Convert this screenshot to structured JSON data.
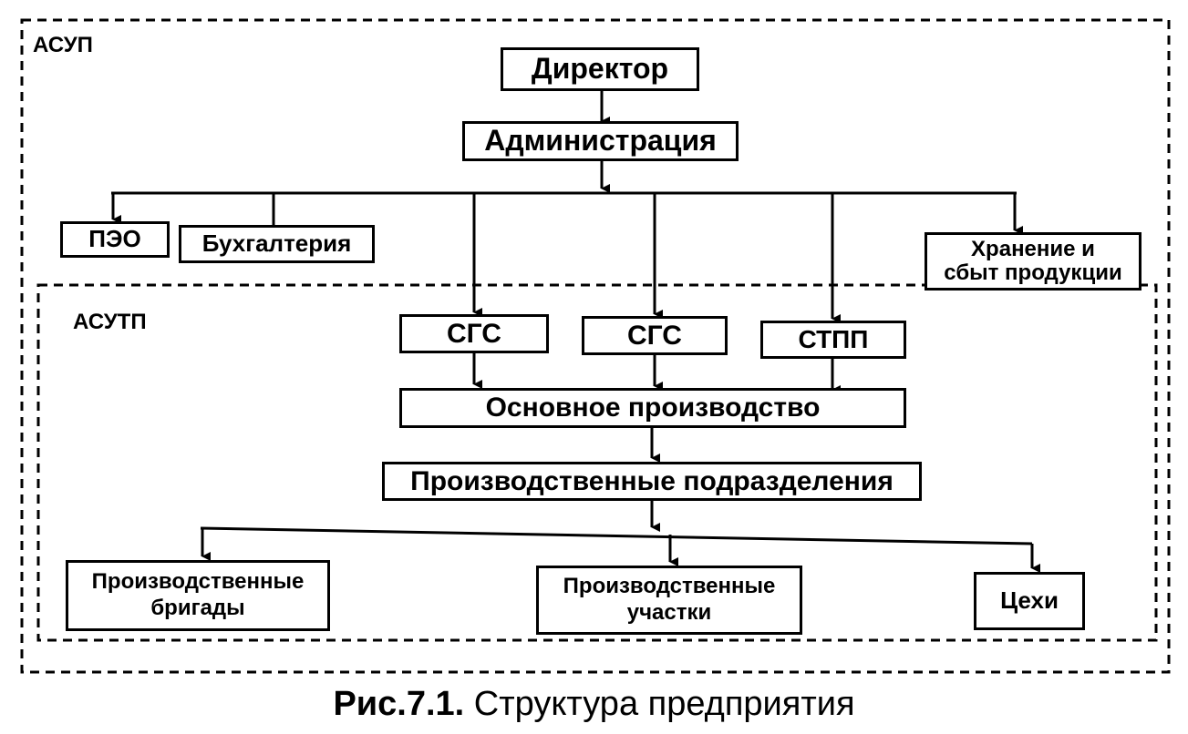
{
  "regions": {
    "asup": "АСУП",
    "asutp": "АСУТП"
  },
  "nodes": {
    "director": "Директор",
    "administration": "Администрация",
    "peo": "ПЭО",
    "accounting": "Бухгалтерия",
    "storage_line1": "Хранение и",
    "storage_line2": "сбыт продукции",
    "sgs1": "СГС",
    "sgs2": "СГС",
    "stpp": "СТПП",
    "main_production": "Основное производство",
    "production_units": "Производственные подразделения",
    "brigades_line1": "Производственные",
    "brigades_line2": "бригады",
    "sections_line1": "Производственные",
    "sections_line2": "участки",
    "workshops": "Цехи"
  },
  "caption": {
    "number": "Рис.7.1.",
    "title": "Структура предприятия"
  }
}
